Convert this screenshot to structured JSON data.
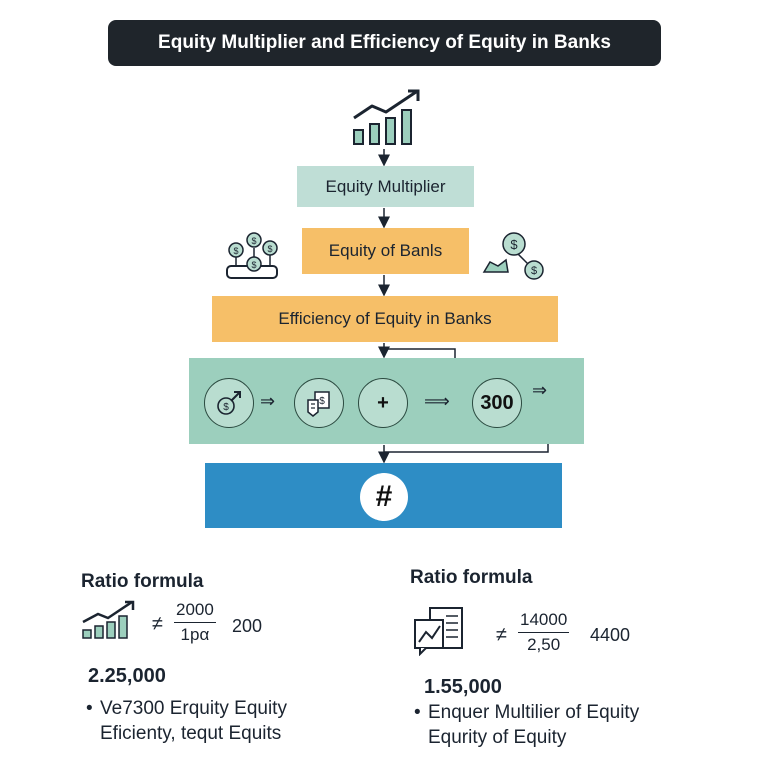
{
  "title": "Equity Multiplier and Efficiency of Equity in Banks",
  "flow": {
    "box1": "Equity Multiplier",
    "box2": "Equity of Banls",
    "box3": "Efficiency of Equity in Banks",
    "circles": [
      {
        "icon": "dollar-coin-arrow-icon"
      },
      {
        "icon": "money-hand-icon"
      },
      {
        "label": "+"
      },
      {
        "label": "300"
      }
    ],
    "result_label": "#"
  },
  "left": {
    "heading": "Ratio formula",
    "icon": "bar-chart-growth-icon",
    "operator": "≠",
    "numerator": "2000",
    "denominator": "1pα",
    "after": "200",
    "value": "2.25,000",
    "bullet_line1": "Ve7300 Erquity Equity",
    "bullet_line2": "Eficienty, tequt Equits"
  },
  "right": {
    "heading": "Ratio formula",
    "icon": "document-chart-icon",
    "operator": "≠",
    "numerator": "14000",
    "denominator": "2,50",
    "after": "4400",
    "value": "1.55,000",
    "bullet_line1": "Enquer Multilier of Equity",
    "bullet_line2": "Equrity of Equity"
  },
  "colors": {
    "dark": "#1f252b",
    "mint": "#bfded6",
    "orange": "#f6bf68",
    "teal_band": "#9ccfbd",
    "blue": "#2e8dc5"
  }
}
